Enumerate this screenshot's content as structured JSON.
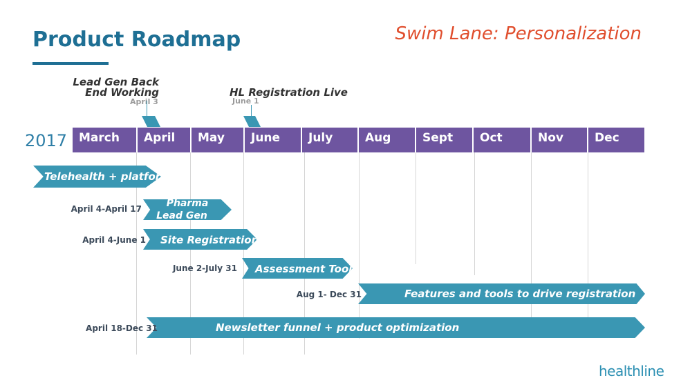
{
  "title": "Product Roadmap",
  "swim_lane": "Swim Lane: Personalization",
  "year": "2017",
  "months": [
    "March",
    "April",
    "May",
    "June",
    "July",
    "Aug",
    "Sept",
    "Oct",
    "Nov",
    "Dec"
  ],
  "milestones": [
    {
      "title": "Lead Gen Back End Working",
      "title_line1": "Lead Gen Back",
      "title_line2": "End Working",
      "date": "April 3"
    },
    {
      "title": "HL Registration Live",
      "date": "June 1"
    }
  ],
  "tracks": [
    {
      "label": "Telehealth + platform",
      "range": ""
    },
    {
      "label": "Pharma Lead Gen",
      "label_line1": "Pharma",
      "label_line2": "Lead Gen",
      "range": "April 4-April 17"
    },
    {
      "label": "Site Registration",
      "range": "April 4-June 1"
    },
    {
      "label": "Assessment Tool",
      "range": "June 2-July 31"
    },
    {
      "label": "Features and tools to drive registration",
      "range": "Aug 1- Dec 31"
    },
    {
      "label": "Newsletter funnel + product optimization",
      "range": "April 18-Dec 31"
    }
  ],
  "colors": {
    "title": "#1e6f94",
    "swim_lane": "#e04e2d",
    "month_bar": "#6e55a0",
    "track": "#3a97b3",
    "logo": "#2b8fb2"
  },
  "logo": "healthline"
}
